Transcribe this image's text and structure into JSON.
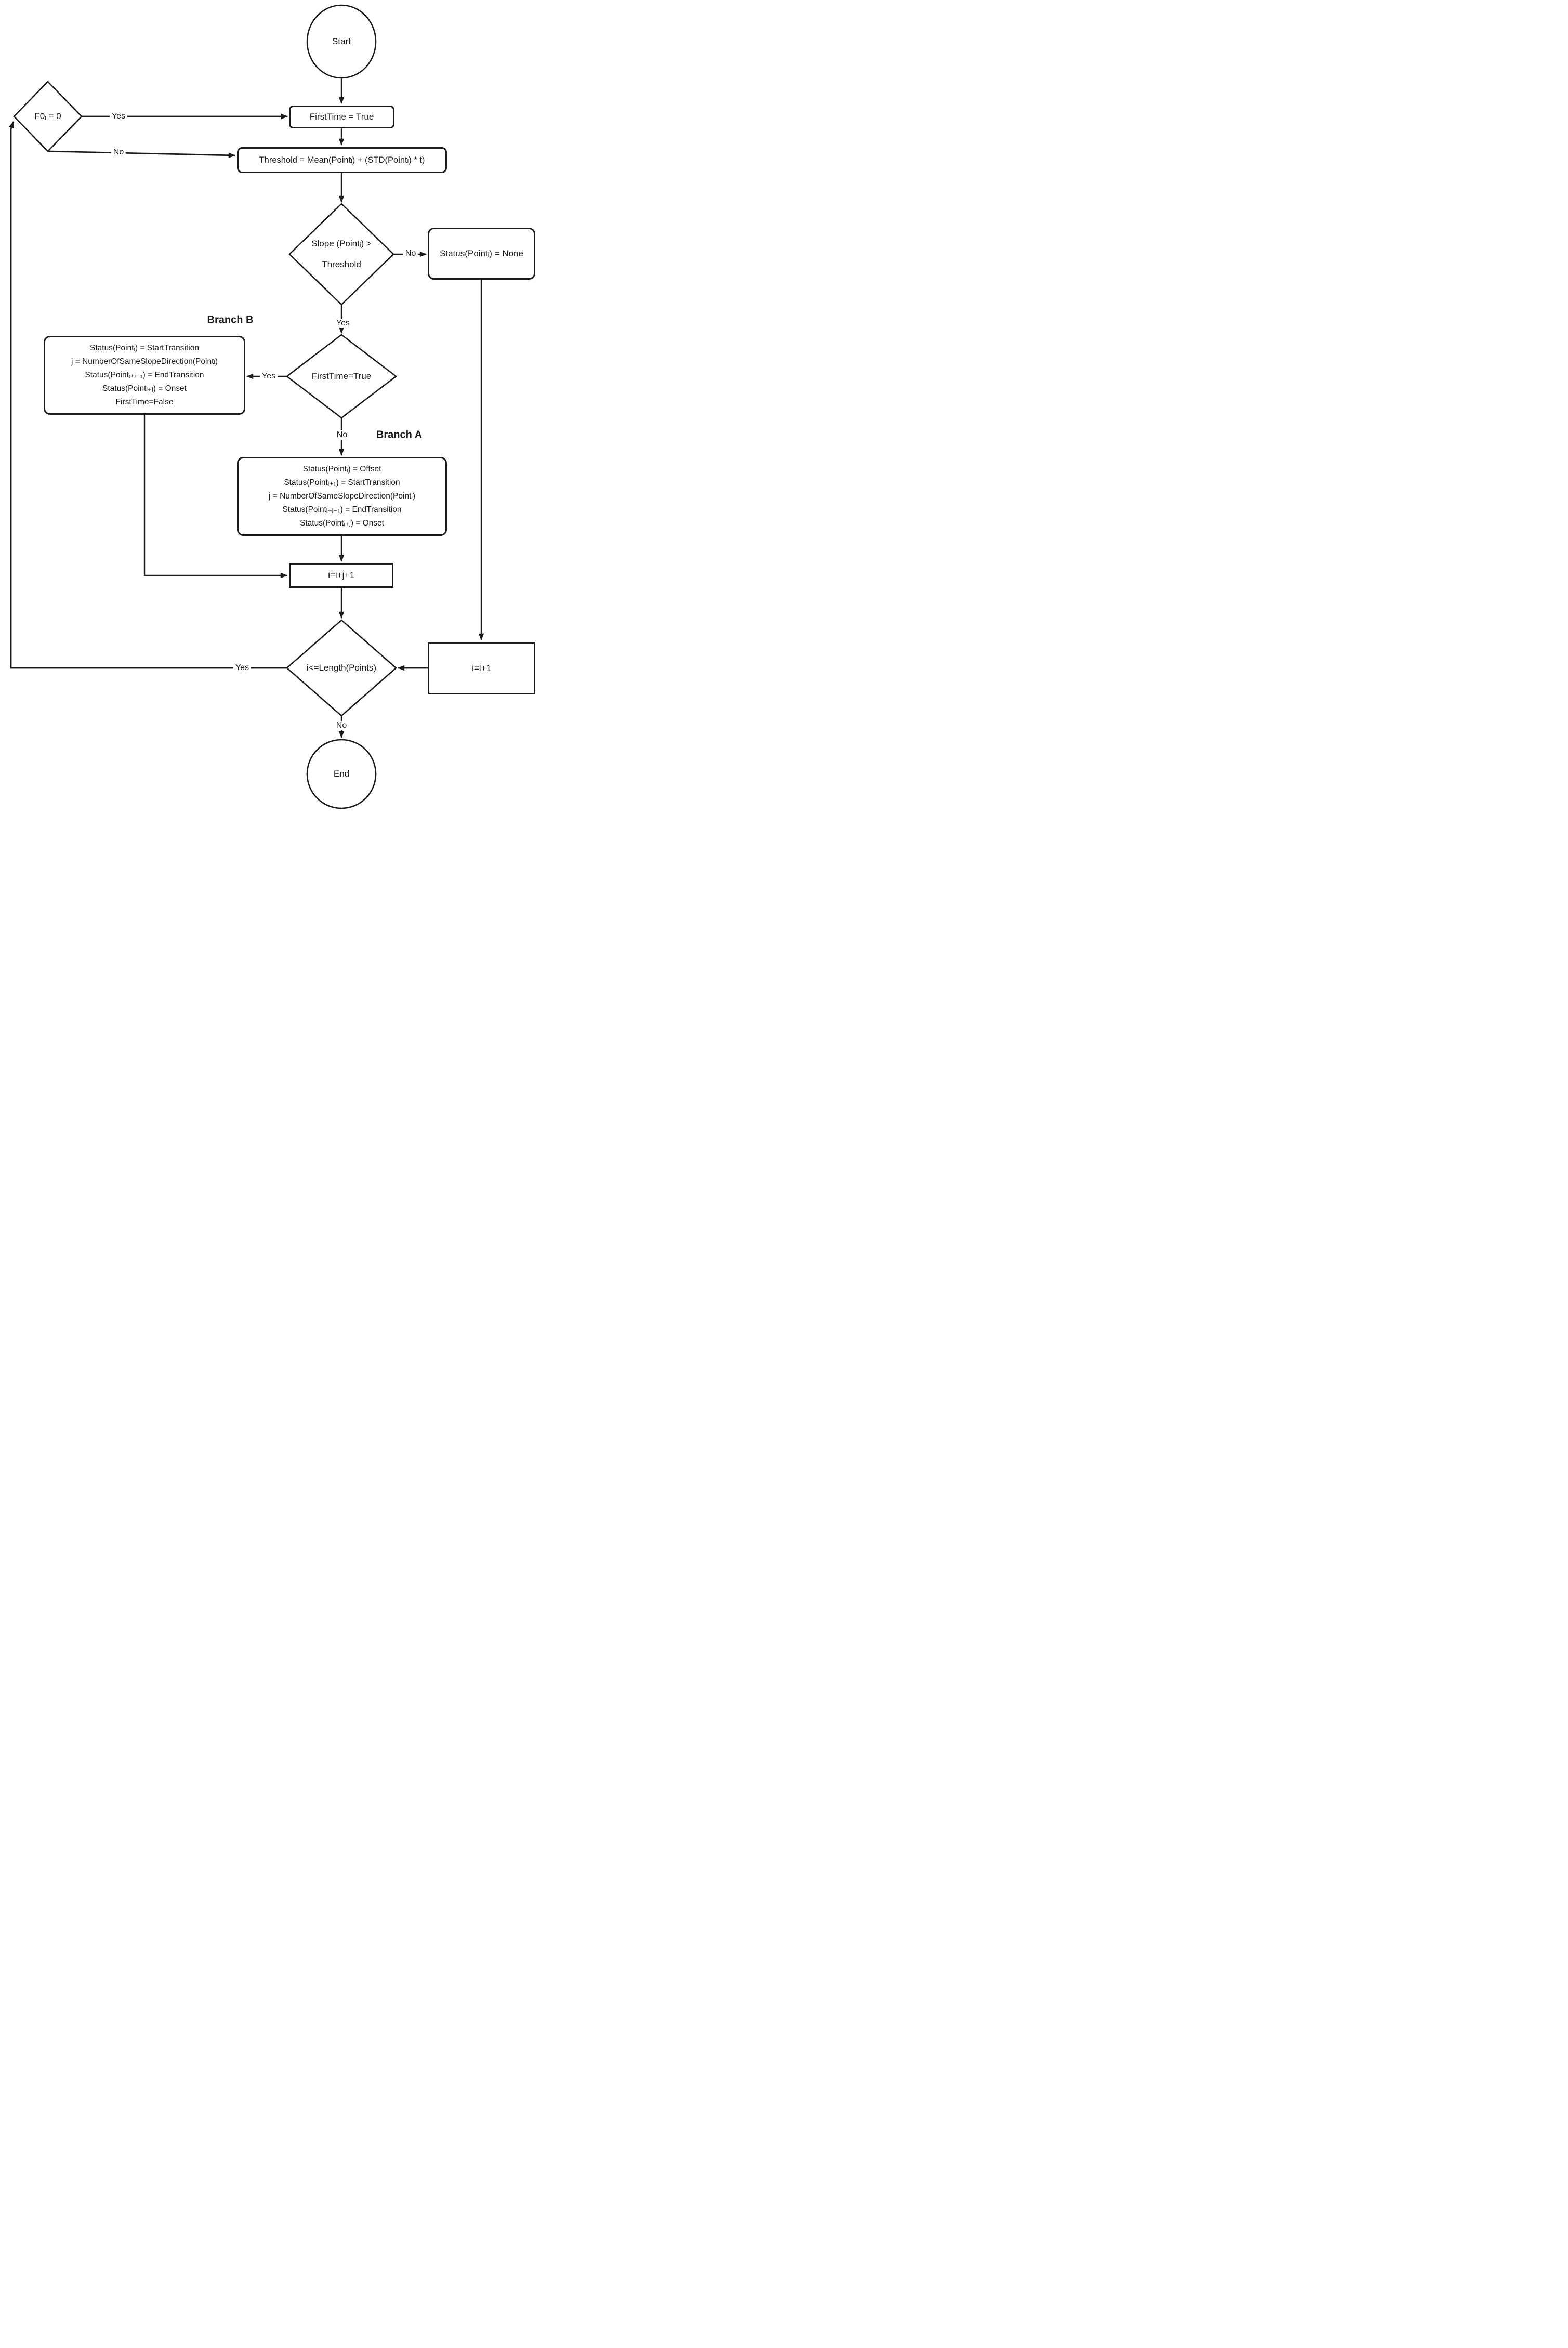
{
  "colors": {
    "stroke": "#1a1a1a",
    "background": "#ffffff"
  },
  "nodes": {
    "start": {
      "label": "Start"
    },
    "first_time_init": {
      "label": "FirstTime = True"
    },
    "f0_check": {
      "label": "F0ᵢ = 0"
    },
    "threshold": {
      "label": "Threshold = Mean(Pointᵢ) + (STD(Pointᵢ) * t)"
    },
    "slope_check": {
      "line1": "Slope (Pointᵢ) >",
      "line2": "Threshold"
    },
    "status_none": {
      "label": "Status(Pointᵢ) = None"
    },
    "first_time_check": {
      "label": "FirstTime=True"
    },
    "branch_b": {
      "title": "Branch B",
      "lines": [
        "Status(Pointᵢ) = StartTransition",
        "j = NumberOfSameSlopeDirection(Pointᵢ)",
        "Status(Pointᵢ₊ⱼ₋₁) = EndTransition",
        "Status(Pointᵢ₊ⱼ) = Onset",
        "FirstTime=False"
      ]
    },
    "branch_a": {
      "title": "Branch A",
      "lines": [
        "Status(Pointᵢ) = Offset",
        "Status(Pointᵢ₊₁) = StartTransition",
        "j = NumberOfSameSlopeDirection(Pointᵢ)",
        "Status(Pointᵢ₊ⱼ₋₁) = EndTransition",
        "Status(Pointᵢ₊ⱼ) = Onset"
      ]
    },
    "increment_i_j": {
      "label": "i=i+j+1"
    },
    "length_check": {
      "label": "i<=Length(Points)"
    },
    "increment_i": {
      "label": "i=i+1"
    },
    "end": {
      "label": "End"
    }
  },
  "edge_labels": {
    "f0_yes": "Yes",
    "f0_no": "No",
    "slope_no": "No",
    "slope_yes": "Yes",
    "firsttime_yes": "Yes",
    "firsttime_no": "No",
    "length_yes": "Yes",
    "length_no": "No"
  }
}
